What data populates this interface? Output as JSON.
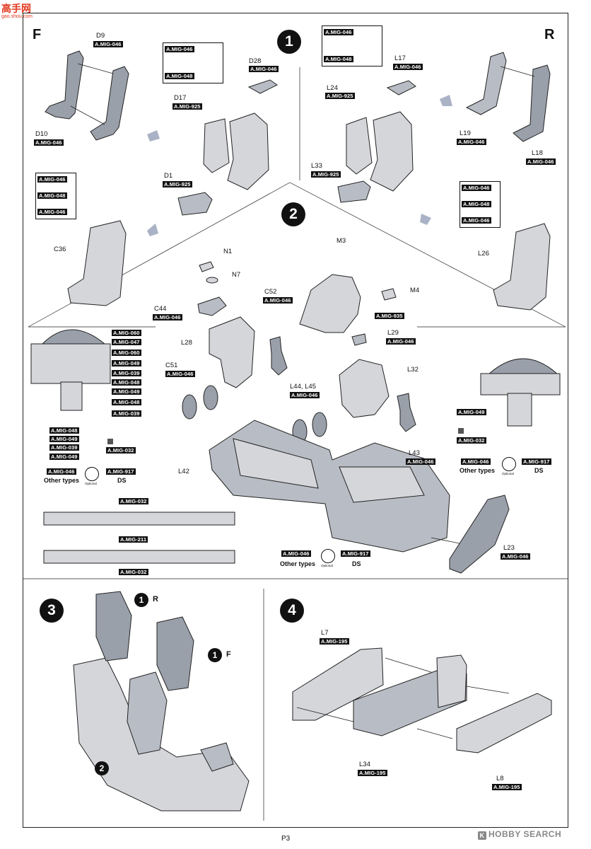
{
  "watermark": {
    "text": "高手网",
    "sub": "gao.shou.com"
  },
  "page_number": "P3",
  "brand": {
    "logo_letter": "K",
    "text": "HOBBY SEARCH"
  },
  "side_labels": {
    "front": "F",
    "rear": "R"
  },
  "steps": {
    "s1": "1",
    "s2": "2",
    "s3": "3",
    "s4": "4"
  },
  "step3_refs": {
    "r_num": "1",
    "r_letter": "R",
    "f_num": "1",
    "f_letter": "F",
    "s2_num": "2"
  },
  "parts": {
    "D9": "D9",
    "D10": "D10",
    "D28": "D28",
    "D17": "D17",
    "D1": "D1",
    "L17": "L17",
    "L24": "L24",
    "L33": "L33",
    "L19": "L19",
    "L18": "L18",
    "C36": "C36",
    "L26": "L26",
    "N1": "N1",
    "N7": "N7",
    "M3": "M3",
    "M4": "M4",
    "C44": "C44",
    "C52": "C52",
    "L29": "L29",
    "L28": "L28",
    "L32": "L32",
    "C51": "C51",
    "L44L45": "L44, L45",
    "L42": "L42",
    "L43": "L43",
    "L23": "L23",
    "L7": "L7",
    "L34": "L34",
    "L8": "L8"
  },
  "paints": {
    "m046": "A.MIG-046",
    "m048": "A.MIG-048",
    "m925": "A.MIG-925",
    "m935": "A.MIG-935",
    "m060": "A.MIG-060",
    "m047": "A.MIG-047",
    "m049": "A.MIG-049",
    "m039": "A.MIG-039",
    "m032": "A.MIG-032",
    "m917": "A.MIG-917",
    "m211": "A.MIG-211",
    "m195": "A.MIG-195"
  },
  "notes": {
    "other_types": "Other types",
    "ds": "DS",
    "optional": "Optional"
  }
}
